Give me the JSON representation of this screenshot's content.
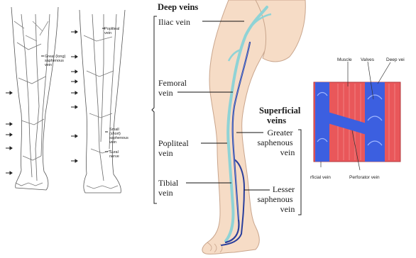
{
  "left_panel": {
    "labels": {
      "great_saphenous": [
        "Great (long)",
        "saphenous",
        "vein"
      ],
      "popliteal": [
        "Popliteal",
        "vein"
      ],
      "small_saphenous": [
        "Small",
        "(short)",
        "saphenous",
        "vein"
      ],
      "sural_nerve": [
        "Sural",
        "nerve"
      ]
    }
  },
  "main_panel": {
    "heading_deep": "Deep veins",
    "labels": {
      "iliac": "Iliac vein",
      "femoral": [
        "Femoral",
        "vein"
      ],
      "popliteal": [
        "Popliteal",
        "vein"
      ],
      "tibial": [
        "Tibial",
        "vein"
      ],
      "heading_superficial": [
        "Superficial",
        "veins"
      ],
      "greater_saphenous": [
        "Greater",
        "saphenous",
        "vein"
      ],
      "lesser_saphenous": [
        "Lesser",
        "saphenous",
        "vein"
      ]
    }
  },
  "inset": {
    "labels": {
      "muscle": "Muscle",
      "valves": "Valves",
      "deep_vein": "Deep vei",
      "superficial_vein": "rficial vein",
      "perforator_vein": "Perforator vein"
    }
  },
  "colors": {
    "skin": "#f6dcc6",
    "skin_outline": "#c9a58c",
    "deep_vein": "#8fd3d6",
    "superficial_vein": "#2a3f9c",
    "muscle": "#e9575a",
    "vein_blue": "#3c5fe0"
  }
}
